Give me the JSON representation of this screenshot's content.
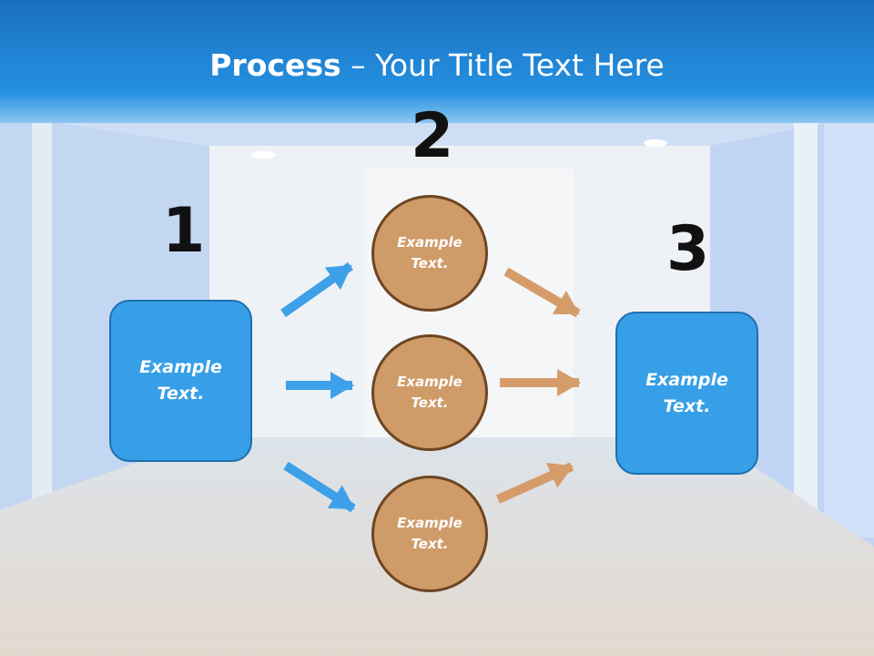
{
  "title": {
    "bold": "Process",
    "dash": " – ",
    "rest": "Your Title Text Here"
  },
  "steps": {
    "one": "1",
    "two": "2",
    "three": "3"
  },
  "left_box": {
    "text": "Example\nText."
  },
  "right_box": {
    "text": "Example\nText."
  },
  "circles": [
    {
      "text": "Example\nText."
    },
    {
      "text": "Example\nText."
    },
    {
      "text": "Example\nText."
    }
  ],
  "colors": {
    "header": "#1f86d6",
    "box": "#369fe7",
    "circle": "#cf9b68",
    "blue_arrow": "#3ea0e8",
    "tan_arrow": "#d59c6a"
  }
}
